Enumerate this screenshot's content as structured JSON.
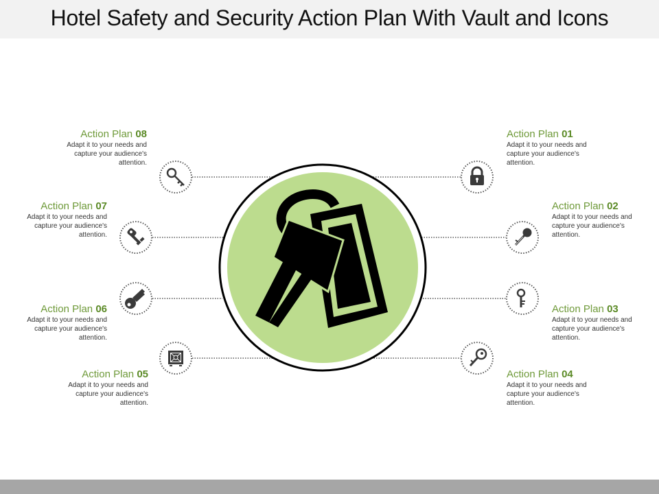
{
  "header": {
    "title": "Hotel Safety and Security Action Plan With Vault and Icons"
  },
  "colors": {
    "title_bar_bg": "#f2f2f2",
    "accent_green": "#6f9a3a",
    "accent_green_bold": "#5b8a26",
    "center_circle_fill": "#bcdc8e",
    "icon_dark": "#3a3a3a",
    "bottom_bar": "#a6a6a6"
  },
  "center": {
    "icon": "hotel-key-card-icon"
  },
  "plans": [
    {
      "id": "01",
      "label": "Action Plan",
      "number": "01",
      "desc1": "Adapt it to your needs and",
      "desc2": "capture your audience's",
      "desc3": "attention.",
      "icon": "padlock-icon",
      "side": "right"
    },
    {
      "id": "02",
      "label": "Action Plan",
      "number": "02",
      "desc1": "Adapt it to your needs and",
      "desc2": "capture your audience's",
      "desc3": "attention.",
      "icon": "key-diagonal-icon",
      "side": "right"
    },
    {
      "id": "03",
      "label": "Action Plan",
      "number": "03",
      "desc1": "Adapt it to your needs and",
      "desc2": "capture your audience's",
      "desc3": "attention.",
      "icon": "key-vertical-icon",
      "side": "right"
    },
    {
      "id": "04",
      "label": "Action Plan",
      "number": "04",
      "desc1": "Adapt it to your needs and",
      "desc2": "capture your audience's",
      "desc3": "attention.",
      "icon": "key-outline-icon",
      "side": "right"
    },
    {
      "id": "05",
      "label": "Action Plan",
      "number": "05",
      "desc1": "Adapt it to your needs and",
      "desc2": "capture your audience's",
      "desc3": "attention.",
      "icon": "vault-safe-icon",
      "side": "left"
    },
    {
      "id": "06",
      "label": "Action Plan",
      "number": "06",
      "desc1": "Adapt it to your needs and",
      "desc2": "capture your audience's",
      "desc3": "attention.",
      "icon": "key-solid-icon",
      "side": "left"
    },
    {
      "id": "07",
      "label": "Action Plan",
      "number": "07",
      "desc1": "Adapt it to your needs and",
      "desc2": "capture your audience's",
      "desc3": "attention.",
      "icon": "skeleton-key-icon",
      "side": "left"
    },
    {
      "id": "08",
      "label": "Action Plan",
      "number": "08",
      "desc1": "Adapt it to your needs and",
      "desc2": "capture your audience's",
      "desc3": "attention.",
      "icon": "key-outline-icon",
      "side": "left"
    }
  ]
}
